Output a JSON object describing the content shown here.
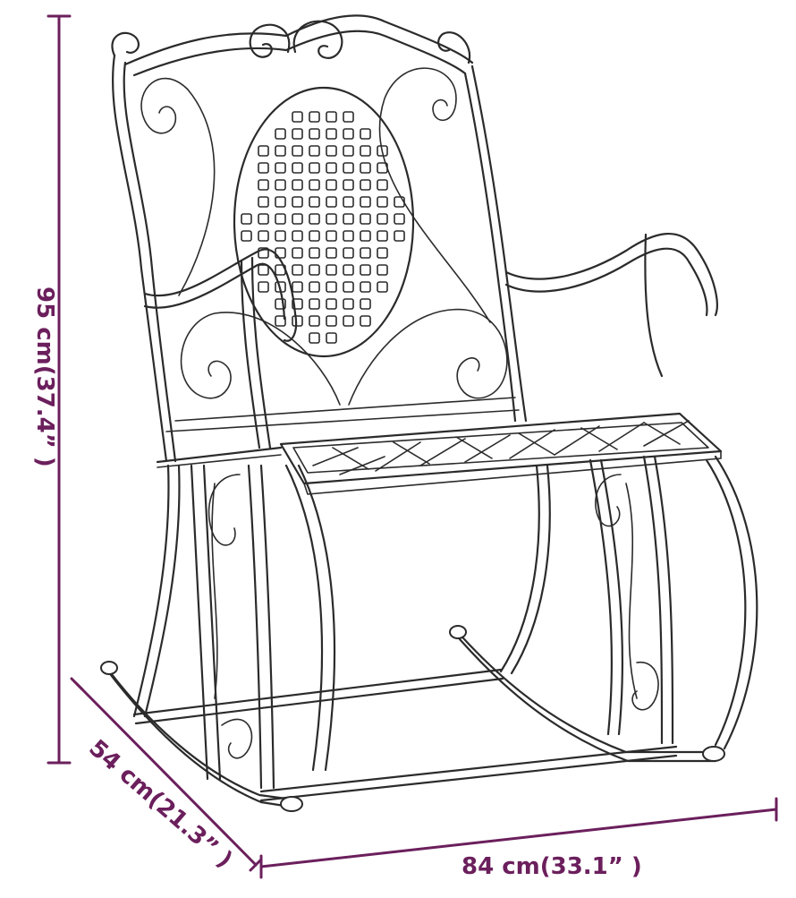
{
  "dimensions": {
    "height_label": "95 cm(37.4” )",
    "depth_label": "54 cm(21.3” )",
    "width_label": "84 cm(33.1” )"
  },
  "colors": {
    "dimension": "#6b1f5c",
    "outline": "#2b2b2b",
    "background": "#ffffff"
  }
}
